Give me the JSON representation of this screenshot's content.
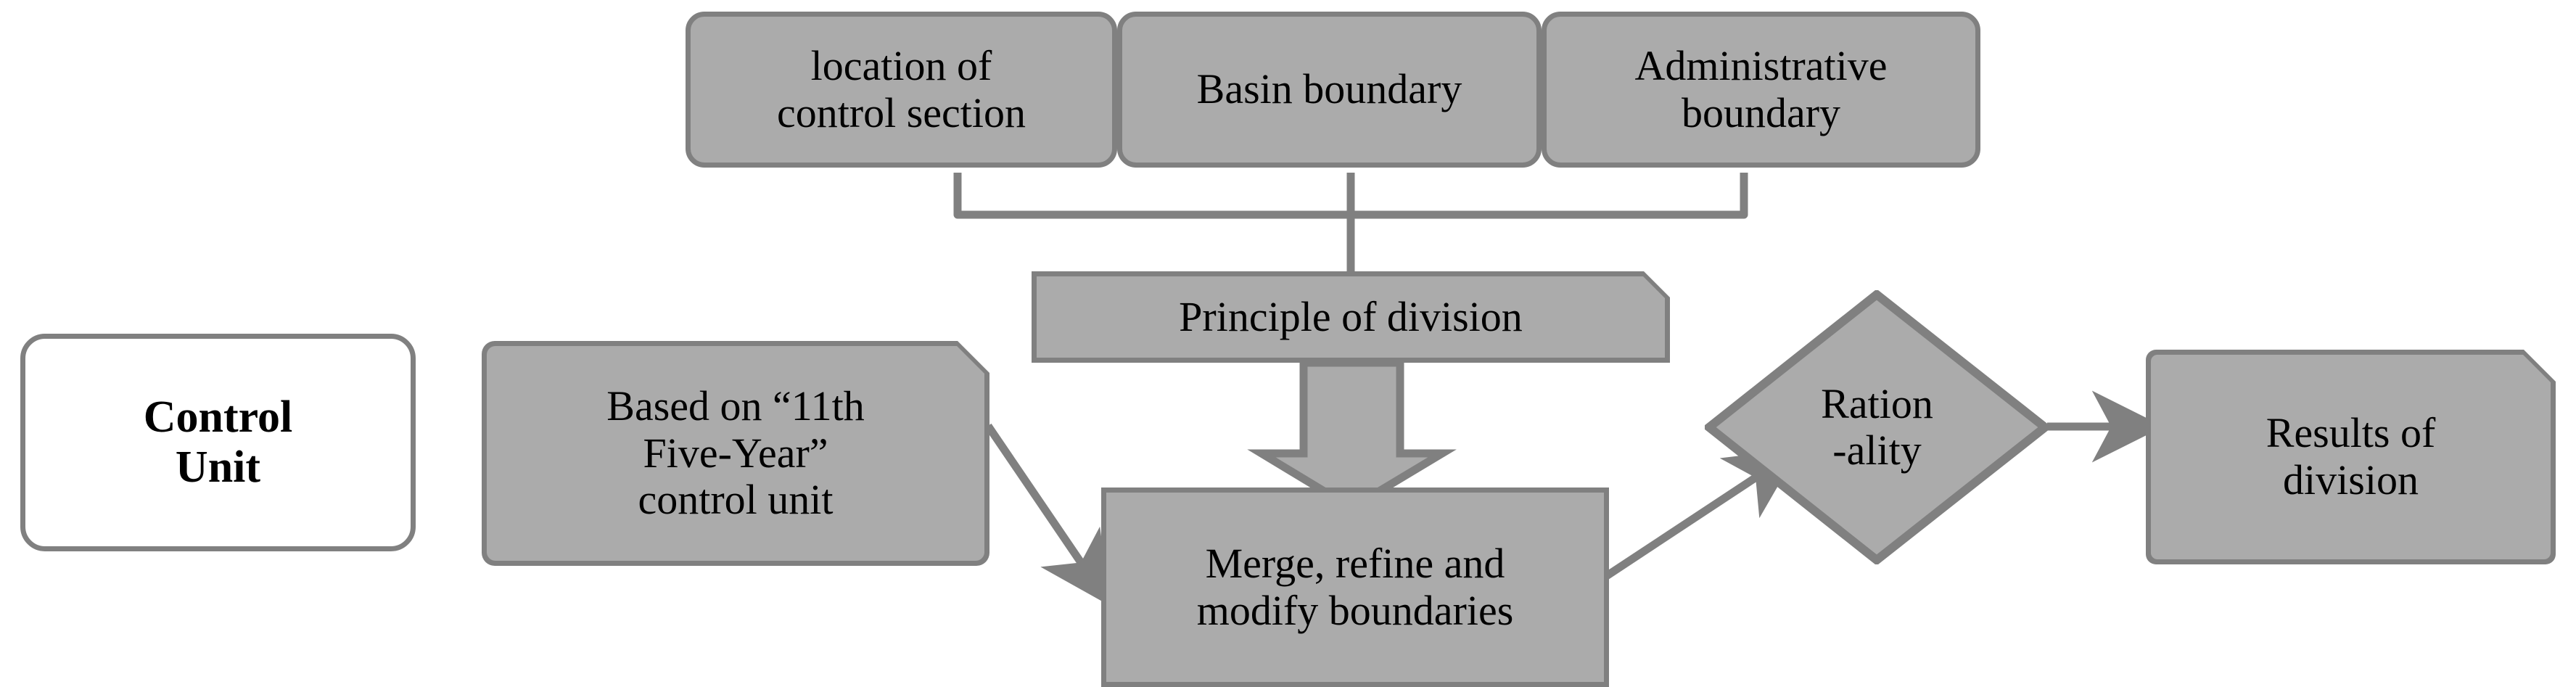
{
  "diagram": {
    "title": "Control Unit division flowchart",
    "colors": {
      "node_fill": "#ababab",
      "node_stroke": "#808080",
      "white_fill": "#ffffff",
      "text": "#000000",
      "background": "#ffffff"
    }
  },
  "nodes": {
    "control_unit": "Control\nUnit",
    "location_of_control_section": "location of\ncontrol section",
    "basin_boundary": "Basin boundary",
    "administrative_boundary": "Administrative\nboundary",
    "principle_of_division": "Principle of  division",
    "based_on_control_unit": "Based on  “11th\nFive-Year”\ncontrol unit",
    "merge_refine_modify": "Merge, refine and\nmodify boundaries",
    "rationality_line1": "Ration",
    "rationality_line2": "-ality",
    "results_of_division": "Results of\ndivision"
  },
  "connectors": [
    {
      "name": "bracket-inputs-to-principle",
      "from": [
        "location of control section",
        "Basin boundary",
        "Administrative boundary"
      ],
      "to": "Principle of  division",
      "style": "bracket"
    },
    {
      "name": "principle-to-merge",
      "from": "Principle of  division",
      "to": "Merge, refine and modify boundaries",
      "style": "block-arrow-down"
    },
    {
      "name": "based-on-to-merge",
      "from": "Based on  “11th Five-Year” control unit",
      "to": "Merge, refine and modify boundaries",
      "style": "arrow"
    },
    {
      "name": "merge-to-rationality",
      "from": "Merge, refine and modify boundaries",
      "to": "Ration-ality",
      "style": "arrow"
    },
    {
      "name": "rationality-to-results",
      "from": "Ration-ality",
      "to": "Results of division",
      "style": "arrow"
    }
  ]
}
